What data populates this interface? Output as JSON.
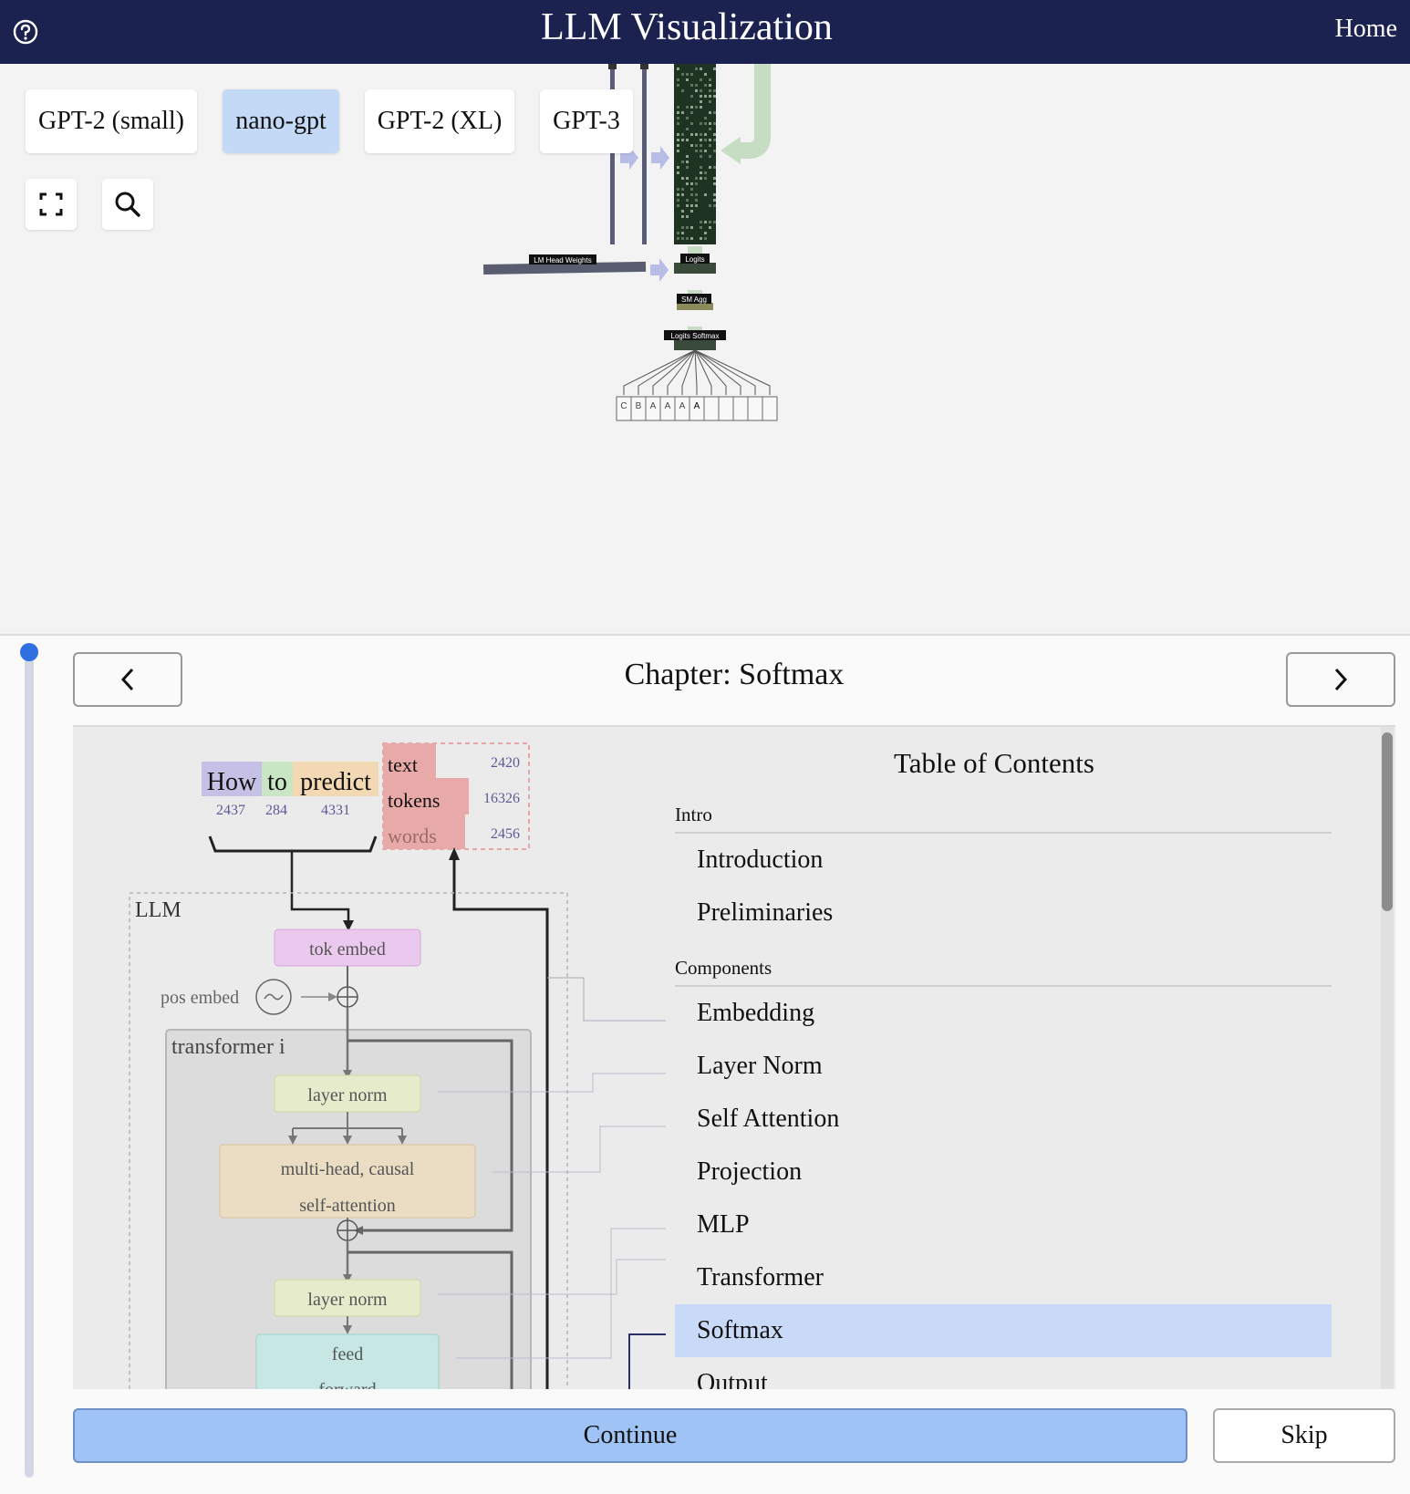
{
  "header": {
    "title": "LLM Visualization",
    "home_label": "Home"
  },
  "models": {
    "items": [
      "GPT-2 (small)",
      "nano-gpt",
      "GPT-2 (XL)",
      "GPT-3"
    ],
    "selected": "nano-gpt"
  },
  "toolbar": {
    "fullscreen_icon": "expand-icon",
    "search_icon": "search-icon"
  },
  "visualization": {
    "labels": {
      "lm_head_weights": "LM Head Weights",
      "logits": "Logits",
      "sm_agg": "SM Agg",
      "logits_softmax": "Logits Softmax"
    },
    "output_tokens": [
      "C",
      "B",
      "A",
      "A",
      "A",
      "A"
    ]
  },
  "walkthrough": {
    "chapter_title": "Chapter: Softmax",
    "prev_icon": "chevron-left-icon",
    "next_icon": "chevron-right-icon",
    "continue_label": "Continue",
    "skip_label": "Skip"
  },
  "diagram": {
    "words": [
      "How",
      "to",
      "predict"
    ],
    "word_ids": [
      "2437",
      "284",
      "4331"
    ],
    "legend": [
      {
        "label": "text",
        "value": "2420"
      },
      {
        "label": "tokens",
        "value": "16326"
      },
      {
        "label": "words",
        "value": "2456"
      }
    ],
    "llm_label": "LLM",
    "tok_embed": "tok embed",
    "pos_embed": "pos embed",
    "transformer_label": "transformer i",
    "layer_norm_1": "layer norm",
    "attention_line1": "multi-head, causal",
    "attention_line2": "self-attention",
    "layer_norm_2": "layer norm",
    "ffn_line1": "feed",
    "ffn_line2": "forward"
  },
  "toc": {
    "title": "Table of Contents",
    "sections": [
      {
        "name": "Intro",
        "items": [
          "Introduction",
          "Preliminaries"
        ]
      },
      {
        "name": "Components",
        "items": [
          "Embedding",
          "Layer Norm",
          "Self Attention",
          "Projection",
          "MLP",
          "Transformer",
          "Softmax",
          "Output"
        ]
      }
    ],
    "active": "Softmax"
  },
  "colors": {
    "header_bg": "#1b2250",
    "accent": "#2f6fe0",
    "selected_model_bg": "#c3d9f6",
    "active_toc_bg": "#c8daf7",
    "continue_bg": "#a0c3f5"
  }
}
